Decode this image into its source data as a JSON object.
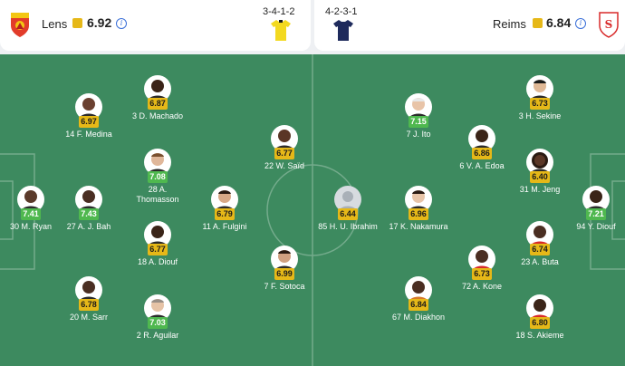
{
  "colors": {
    "rating_good": "#4fb84f",
    "rating_avg": "#e6b818",
    "pitch": "#3d8a5f",
    "line": "#74ab8c"
  },
  "home": {
    "name": "Lens",
    "rating": "6.92",
    "formation": "3-4-1-2",
    "logo_icon": "lens-crest-icon",
    "jersey_color": "#f3d920"
  },
  "away": {
    "name": "Reims",
    "rating": "6.84",
    "formation": "4-2-3-1",
    "logo_icon": "reims-crest-icon",
    "jersey_color": "#1e2a5c"
  },
  "home_players": [
    {
      "number": "30",
      "name": "M. Ryan",
      "rating": "7.41",
      "color": "good"
    },
    {
      "number": "14",
      "name": "F. Medina",
      "rating": "6.97",
      "color": "avg"
    },
    {
      "number": "27",
      "name": "A. J. Bah",
      "rating": "7.43",
      "color": "good"
    },
    {
      "number": "20",
      "name": "M. Sarr",
      "rating": "6.78",
      "color": "avg"
    },
    {
      "number": "3",
      "name": "D. Machado",
      "rating": "6.87",
      "color": "avg"
    },
    {
      "number": "28",
      "name": "A.\nThomasson",
      "rating": "7.08",
      "color": "good"
    },
    {
      "number": "18",
      "name": "A. Diouf",
      "rating": "6.77",
      "color": "avg"
    },
    {
      "number": "2",
      "name": "R. Aguilar",
      "rating": "7.03",
      "color": "good"
    },
    {
      "number": "11",
      "name": "A. Fulgini",
      "rating": "6.79",
      "color": "avg"
    },
    {
      "number": "22",
      "name": "W. Saïd",
      "rating": "6.77",
      "color": "avg"
    },
    {
      "number": "7",
      "name": "F. Sotoca",
      "rating": "6.99",
      "color": "avg"
    }
  ],
  "away_players": [
    {
      "number": "85",
      "name": "H. U. Ibrahim",
      "rating": "6.44",
      "color": "avg"
    },
    {
      "number": "7",
      "name": "J. Ito",
      "rating": "7.15",
      "color": "good"
    },
    {
      "number": "17",
      "name": "K. Nakamura",
      "rating": "6.96",
      "color": "avg"
    },
    {
      "number": "67",
      "name": "M. Diakhon",
      "rating": "6.84",
      "color": "avg"
    },
    {
      "number": "6",
      "name": "V. A. Edoa",
      "rating": "6.86",
      "color": "avg"
    },
    {
      "number": "72",
      "name": "A. Kone",
      "rating": "6.73",
      "color": "avg"
    },
    {
      "number": "3",
      "name": "H. Sekine",
      "rating": "6.73",
      "color": "avg"
    },
    {
      "number": "31",
      "name": "M. Jeng",
      "rating": "6.40",
      "color": "avg"
    },
    {
      "number": "23",
      "name": "A. Buta",
      "rating": "6.74",
      "color": "avg"
    },
    {
      "number": "18",
      "name": "S. Akieme",
      "rating": "6.80",
      "color": "avg"
    },
    {
      "number": "94",
      "name": "Y. Diouf",
      "rating": "7.21",
      "color": "good"
    }
  ]
}
